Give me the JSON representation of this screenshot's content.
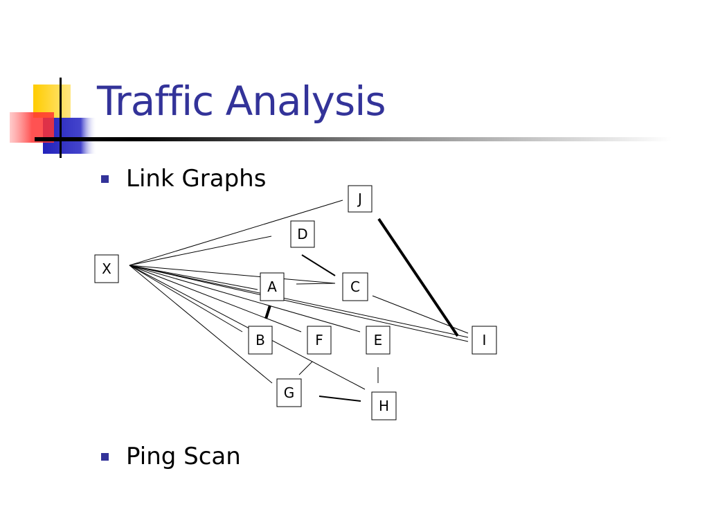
{
  "slide": {
    "title": "Traffic Analysis",
    "bullets": [
      {
        "label": "Link Graphs"
      },
      {
        "label": "Ping Scan"
      }
    ]
  },
  "colors": {
    "title": "#333399",
    "bullet": "#333399",
    "logo_yellow": "#ffcc00",
    "logo_red": "#ff3333",
    "logo_blue": "#3333cc"
  },
  "link_graph": {
    "nodes": [
      {
        "id": "X",
        "label": "X"
      },
      {
        "id": "J",
        "label": "J"
      },
      {
        "id": "D",
        "label": "D"
      },
      {
        "id": "A",
        "label": "A"
      },
      {
        "id": "C",
        "label": "C"
      },
      {
        "id": "B",
        "label": "B"
      },
      {
        "id": "F",
        "label": "F"
      },
      {
        "id": "E",
        "label": "E"
      },
      {
        "id": "I",
        "label": "I"
      },
      {
        "id": "G",
        "label": "G"
      },
      {
        "id": "H",
        "label": "H"
      }
    ],
    "edges": [
      {
        "from": "X",
        "to": "J",
        "weight": "thin"
      },
      {
        "from": "X",
        "to": "D",
        "weight": "thin"
      },
      {
        "from": "X",
        "to": "C",
        "weight": "thin"
      },
      {
        "from": "X",
        "to": "A",
        "weight": "thin"
      },
      {
        "from": "X",
        "to": "I",
        "weight": "thin"
      },
      {
        "from": "X",
        "to": "I",
        "weight": "thin"
      },
      {
        "from": "X",
        "to": "E",
        "weight": "thin"
      },
      {
        "from": "X",
        "to": "F",
        "weight": "thin"
      },
      {
        "from": "X",
        "to": "B",
        "weight": "thin"
      },
      {
        "from": "X",
        "to": "H",
        "weight": "thin"
      },
      {
        "from": "X",
        "to": "G",
        "weight": "thin"
      },
      {
        "from": "A",
        "to": "C",
        "weight": "thin"
      },
      {
        "from": "D",
        "to": "C",
        "weight": "medium"
      },
      {
        "from": "A",
        "to": "B",
        "weight": "thick"
      },
      {
        "from": "C",
        "to": "I",
        "weight": "thin"
      },
      {
        "from": "J",
        "to": "I",
        "weight": "thick"
      },
      {
        "from": "F",
        "to": "G",
        "weight": "thin"
      },
      {
        "from": "E",
        "to": "H",
        "weight": "thin"
      },
      {
        "from": "G",
        "to": "H",
        "weight": "medium"
      }
    ]
  }
}
